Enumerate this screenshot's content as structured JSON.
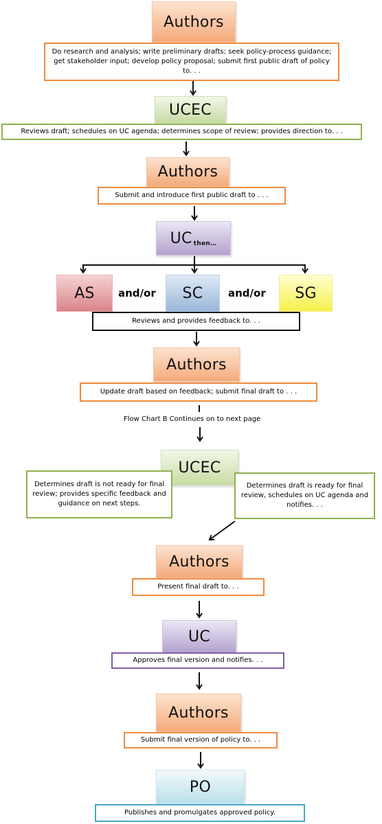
{
  "flow": {
    "n1": "Authors",
    "t1": "Do research and analysis; write preliminary drafts; seek policy-process guidance; get stakeholder input; develop policy proposal; submit first public draft of policy to. . .",
    "n2": "UCEC",
    "t2": "Reviews draft; schedules on UC agenda; determines scope of review; provides direction to. . .",
    "n3": "Authors",
    "t3": "Submit and introduce first public draft to . . .",
    "n4": "UC",
    "n4_sub": "then…",
    "as": "AS",
    "sc": "SC",
    "sg": "SG",
    "andor1": "and/or",
    "andor2": "and/or",
    "t4": "Reviews and provides feedback to. . .",
    "n5": "Authors",
    "t5": "Update draft based on feedback; submit final draft to . . .",
    "continue_note": "Flow Chart B Continues on to next page",
    "n6": "UCEC",
    "t6_left": "Determines draft is not ready for final review; provides specific feedback and guidance on next steps.",
    "t6_right": "Determines draft is ready for final review, schedules on UC agenda and notifies. . .",
    "n7": "Authors",
    "t7": "Present final draft to. . .",
    "n8": "UC",
    "t8": "Approves final version and notifies. . .",
    "n9": "Authors",
    "t9": "Submit final version of policy to. . .",
    "n10": "PO",
    "t10": "Publishes and promulgates approved policy."
  },
  "colors": {
    "authors": "#f4aa7a",
    "ucec": "#c7dca4",
    "uc": "#b3a2cf",
    "as": "#d88489",
    "sc": "#9ab7da",
    "sg": "#f6f04a",
    "po": "#b9e0ea"
  }
}
